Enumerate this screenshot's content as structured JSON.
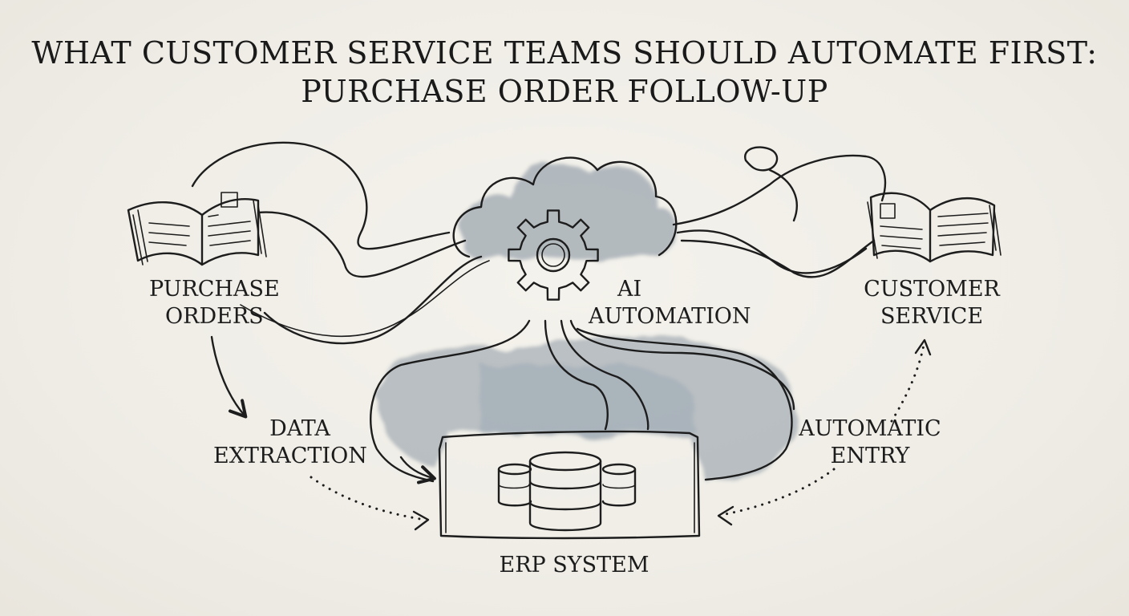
{
  "title": {
    "line1": "WHAT CUSTOMER SERVICE TEAMS SHOULD AUTOMATE FIRST:",
    "line2": "PURCHASE ORDER FOLLOW-UP"
  },
  "nodes": {
    "purchase_orders": {
      "line1": "PURCHASE",
      "line2": "ORDERS",
      "icon": "open-book-icon"
    },
    "ai_automation": {
      "line1": "AI",
      "line2": "AUTOMATION",
      "icon": "cloud-gear-icon"
    },
    "customer_service": {
      "line1": "CUSTOMER",
      "line2": "SERVICE",
      "icon": "open-book-icon"
    },
    "erp_system": {
      "label": "ERP SYSTEM",
      "icon": "database-icon"
    }
  },
  "edges": {
    "data_extraction": {
      "line1": "DATA",
      "line2": "EXTRACTION"
    },
    "automatic_entry": {
      "line1": "AUTOMATIC",
      "line2": "ENTRY"
    }
  },
  "colors": {
    "ink": "#1d1d1d",
    "wash": "#8a97a3",
    "paper": "#efede6"
  }
}
